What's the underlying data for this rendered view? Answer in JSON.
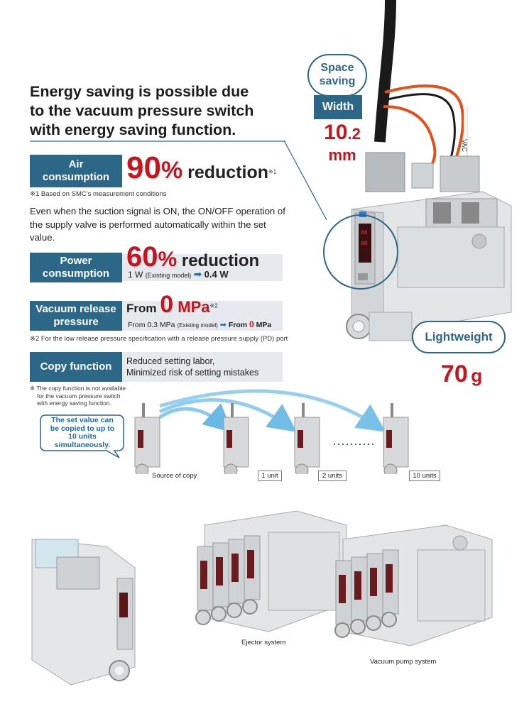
{
  "headline": [
    "Energy saving is possible due",
    "to the vacuum pressure switch",
    "with energy saving function."
  ],
  "air": {
    "tag": [
      "Air",
      "consumption"
    ],
    "value": "90",
    "pct": "%",
    "word": " reduction",
    "sup": "※1",
    "footnote": "※1  Based on SMC's measurement conditions",
    "body": [
      "Even when the suction signal is ON, the ON/OFF operation of",
      "the supply valve is performed automatically within the set",
      "value."
    ]
  },
  "power": {
    "tag": [
      "Power",
      "consumption"
    ],
    "value": "60",
    "pct": "%",
    "word": " reduction",
    "existing_val": "1 W",
    "existing_note": "(Existing model)",
    "new_val": "0.4 W"
  },
  "vacuum": {
    "tag": [
      "Vacuum release",
      "pressure"
    ],
    "from": "From ",
    "value": "0",
    "unit": " MPa",
    "sup": "※2",
    "existing_val": "From 0.3 MPa",
    "existing_note": "(Existing model)",
    "new_from": "From ",
    "new_val": "0",
    "new_unit": " MPa",
    "footnote": "※2  For the low release pressure specification with a release pressure supply (PD) port"
  },
  "copy": {
    "tag": "Copy function",
    "lines": [
      "Reduced setting labor,",
      "Minimized risk of setting mistakes"
    ],
    "note": [
      "※  The copy function is not available",
      "for the vacuum pressure switch",
      "with energy saving function."
    ],
    "bubble": [
      "The set value can",
      "be copied to up to",
      "10 units",
      "simultaneously."
    ],
    "labels": {
      "source": "Source of copy",
      "u1": "1 unit",
      "u2": "2 units",
      "u10": "10 units"
    }
  },
  "callouts": {
    "space": [
      "Space",
      "saving"
    ],
    "width_label": "Width",
    "width_value": "10.2",
    "width_int": "10",
    "width_dec": ".2",
    "width_unit": "mm",
    "lightweight": "Lightweight",
    "weight": "70",
    "weight_unit": "g"
  },
  "systems": {
    "ejector": "Ejector system",
    "pump": "Vacuum pump system"
  },
  "colors": {
    "tag_bg": "#2d6788",
    "accent_red": "#c8141f",
    "strip_bg": "#e6e9ee",
    "arrow_blue": "#5ab2e3"
  }
}
